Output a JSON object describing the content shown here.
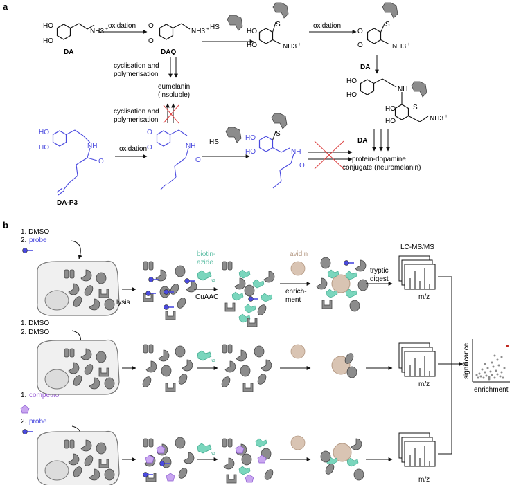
{
  "panel_a": {
    "label": "a",
    "da": "DA",
    "daq": "DAQ",
    "dap3": "DA-P3",
    "oxidation_1": "oxidation",
    "oxidation_2": "oxidation",
    "oxidation_3": "oxidation",
    "cyclisation_1_line1": "cyclisation and",
    "cyclisation_1_line2": "polymerisation",
    "cyclisation_2_line1": "cyclisation and",
    "cyclisation_2_line2": "polymerisation",
    "eumelanin_line1": "eumelanin",
    "eumelanin_line2": "(insoluble)",
    "da_reagent_1": "DA",
    "da_reagent_2": "DA",
    "conjugate_line1": "protein-dopamine",
    "conjugate_line2": "conjugate (neuromelanin)",
    "atoms": {
      "ho": "HO",
      "o": "O",
      "nh3": "NH3",
      "plus": "+",
      "s": "S",
      "hs": "HS",
      "nh": "NH",
      "h": "H",
      "n": "N",
      "oh_label": "O"
    }
  },
  "panel_b": {
    "label": "b",
    "row1_step1": "1. DMSO",
    "row1_step2": "2. probe",
    "row2_step1": "1. DMSO",
    "row2_step2": "2. DMSO",
    "row3_step1": "1. competitor",
    "row3_step2": "2. probe",
    "lysis": "lysis",
    "cuaac": "CuAAC",
    "biotin_line1": "biotin-",
    "biotin_line2": "azide",
    "avidin": "avidin",
    "enrich_line1": "enrich-",
    "enrich_line2": "ment",
    "tryptic_line1": "tryptic",
    "tryptic_line2": "digest",
    "lcms": "LC-MS/MS",
    "mz_1": "m/z",
    "mz_2": "m/z",
    "mz_3": "m/z",
    "significance": "significance",
    "enrichment": "enrichment",
    "colors": {
      "probe": "#4a4adf",
      "competitor": "#c9a6f0",
      "biotin": "#7ad6bd",
      "avidin": "#d9c4b3",
      "protein": "#8c8c8c",
      "hit": "#c0281f"
    }
  }
}
